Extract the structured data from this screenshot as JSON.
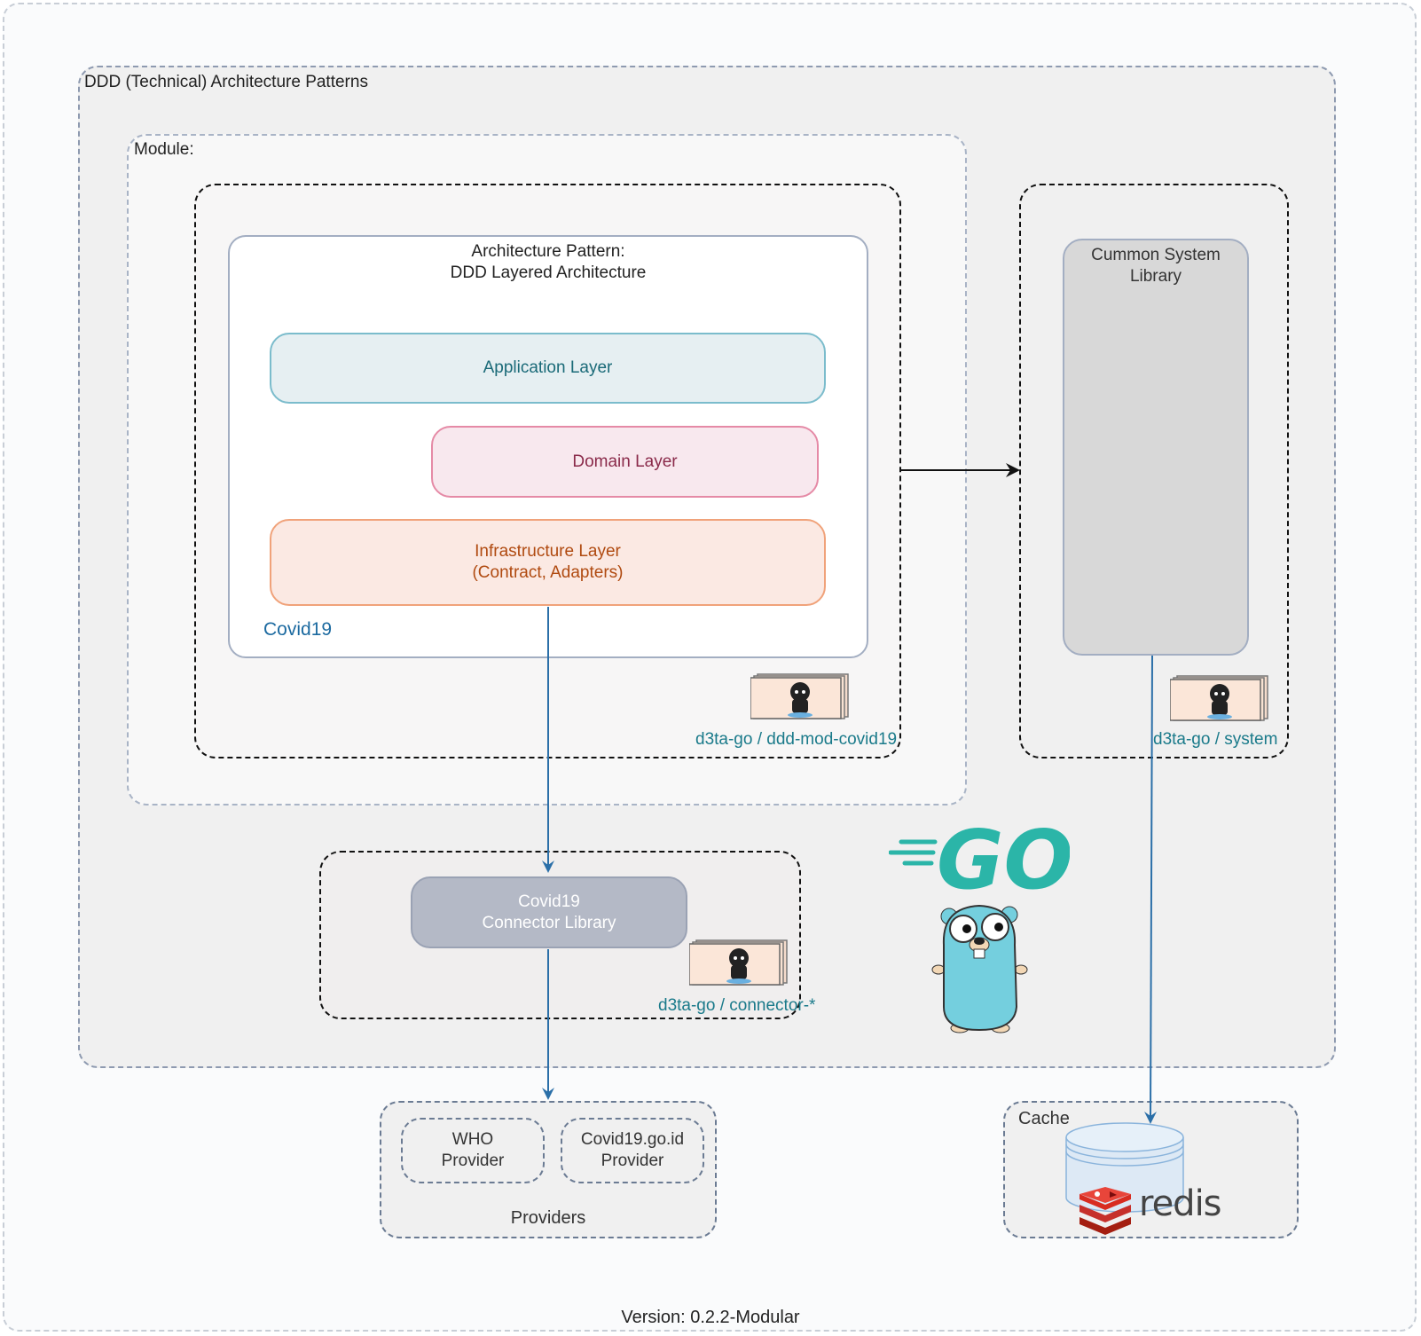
{
  "outer_frame": {
    "version_label": "Version: 0.2.2-Modular"
  },
  "ddd_container": {
    "title": "DDD (Technical) Architecture Patterns"
  },
  "module_container": {
    "title": "Module:"
  },
  "architecture_pattern": {
    "title_line1": "Architecture Pattern:",
    "title_line2": "DDD Layered Architecture",
    "module_name": "Covid19",
    "layers": {
      "application": "Application Layer",
      "domain": "Domain Layer",
      "infrastructure_line1": "Infrastructure Layer",
      "infrastructure_line2": "(Contract, Adapters)"
    }
  },
  "repos": {
    "ddd_mod_covid19": "d3ta-go / ddd-mod-covid19",
    "system": "d3ta-go / system",
    "connector": "d3ta-go / connector-*"
  },
  "system_library": {
    "line1": "Cummon System",
    "line2": "Library"
  },
  "connector_library": {
    "line1": "Covid19",
    "line2": "Connector Library"
  },
  "providers": {
    "title": "Providers",
    "who_line1": "WHO",
    "who_line2": "Provider",
    "covid_line1": "Covid19.go.id",
    "covid_line2": "Provider"
  },
  "cache": {
    "title": "Cache",
    "logo_text": "redis"
  },
  "go_logo": {
    "text": "GO"
  },
  "colors": {
    "application_fill": "#e6eff2",
    "application_stroke": "#7bbccc",
    "application_text": "#1a6a78",
    "domain_fill": "#f8e8ee",
    "domain_stroke": "#e58aa6",
    "domain_text": "#8a2a4a",
    "infrastructure_fill": "#fbe9e3",
    "infrastructure_stroke": "#f0a27a",
    "infrastructure_text": "#b04a10",
    "library_fill": "#d8d8d8",
    "connector_fill": "#b4b9c6",
    "arrow": "#2b6fa8",
    "go_teal": "#2bb5a8",
    "redis_red": "#d82c20",
    "gopher_blue": "#74cfde"
  }
}
